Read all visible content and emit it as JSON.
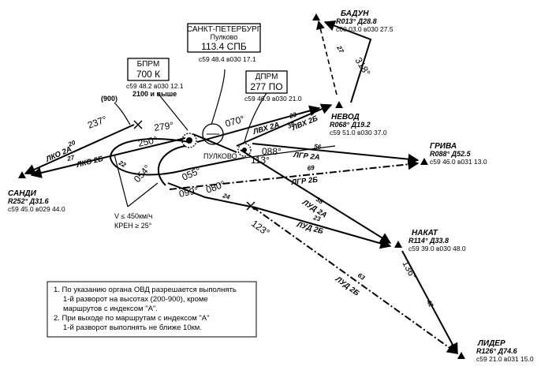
{
  "waypoints": [
    {
      "id": "badun",
      "name": "БАДУН",
      "rd": "R013° Д28.8",
      "coord": "с60 03.0  в030 27.5"
    },
    {
      "id": "nevod",
      "name": "НЕВОД",
      "rd": "R068° Д19.2",
      "coord": "с59 51.0 в030 37.0"
    },
    {
      "id": "griva",
      "name": "ГРИВА",
      "rd": "R088° Д52.5",
      "coord": "с59 46.0 в031 13.0"
    },
    {
      "id": "sandi",
      "name": "САНДИ",
      "rd": "R252° Д31.6",
      "coord": "с59 45.0 в029 44.0"
    },
    {
      "id": "nakat",
      "name": "НАКАТ",
      "rd": "R114° Д33.8",
      "coord": "с59 39.0 в030 48.0"
    },
    {
      "id": "lider",
      "name": "ЛИДЕР",
      "rd": "R126° Д74.6",
      "coord": "с59 21.0 в031 15.0"
    }
  ],
  "navaids": {
    "vor": {
      "city": "САНКТ-ПЕТЕРБУРГ",
      "name": "Пулково",
      "freq": "113.4 СПБ",
      "coord": "с59 48.4 в030 17.1"
    },
    "bprm": {
      "title": "БПРМ",
      "ident": "700 К",
      "coord": "с59 48.2 в030 12.1",
      "alt_note": "2100 и выше"
    },
    "dprm": {
      "title": "ДПРМ",
      "ident": "277 ПО",
      "coord": "с59 46.9 в030 21.0"
    },
    "airport": "ПУЛКОВО"
  },
  "routes": {
    "lvh2a": "ЛВХ 2А",
    "lvh2b": "ЛВХ 2Б",
    "lgr2a": "ЛГР 2А",
    "lgr2b": "ЛГР 2Б",
    "lud2a": "ЛУД 2А",
    "lud2b": "ЛУД 2Б",
    "lko2a": "ЛКО 2А",
    "lko2b": "ЛКО 2Б"
  },
  "distances": {
    "d27": "27",
    "d23": "23",
    "d38": "38",
    "d56": "56",
    "d69": "69",
    "d20": "20",
    "d27b": "27",
    "d22": "22",
    "d38b": "38",
    "d23b": "23",
    "d24": "24",
    "d63": "63",
    "d42": "42"
  },
  "headings": {
    "h237": "237°",
    "h279": "279°",
    "h250": "250°",
    "h070": "070°",
    "h088": "088°",
    "h113": "113°",
    "h054": "054°",
    "h055": "055°",
    "h080": "080°",
    "h099": "099°",
    "h123": "123°",
    "h136": "136°",
    "h318": "318°"
  },
  "restriction": {
    "alt_window": "(900)",
    "speed": "V ≤ 450км/ч",
    "bank": "КРЕН ≥ 25°"
  },
  "notes": {
    "line1": "1. По указанию органа ОВД разрешается выполнять",
    "line2": "1-й разворот на высотах (200-900), кроме",
    "line3": "маршрутов с индексом \"А\".",
    "line4": "2. При выходе по маршрутам с индексом \"А\"",
    "line5": "1-й разворот выполнять не ближе 10км."
  }
}
